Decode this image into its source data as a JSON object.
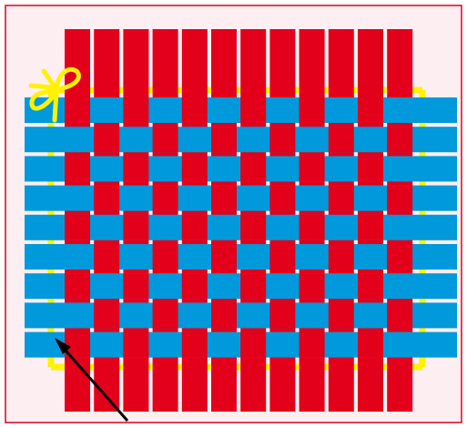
{
  "colors": {
    "page_background": "#ffffff",
    "panel_background": "#fdeef2",
    "panel_border": "#e0001a",
    "warp_strip": "#e3001b",
    "weft_strip": "#0099db",
    "frame_tape": "#fff200",
    "pointer_arrow": "#000000"
  },
  "weave": {
    "pattern": "plain-weave-checkerboard",
    "vertical_strip_count": 12,
    "horizontal_strip_count": 9
  },
  "annotations": {
    "bow_icon": "yellow-bow-icon",
    "arrow_icon": "arrow-pointer-icon"
  }
}
